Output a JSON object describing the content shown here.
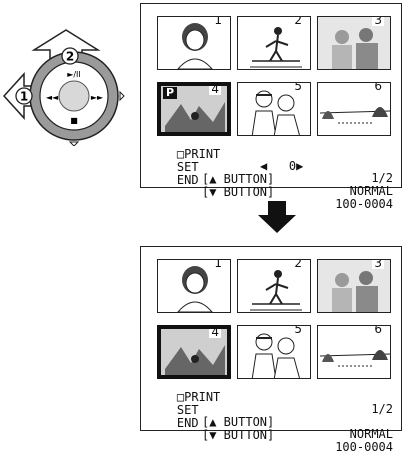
{
  "control": {
    "btn1": "1",
    "btn2": "2",
    "play_pause": "►/ΙΙ",
    "rewind": "◄◄",
    "ff": "►►",
    "stop": "■"
  },
  "top_screen": {
    "thumbs": [
      "1",
      "2",
      "3",
      "4",
      "5",
      "6"
    ],
    "p_badge": "P",
    "print_label": "PRINT",
    "counter": "◀   0▶",
    "page": "1/2",
    "set_label": "SET",
    "set_button": "[▲ BUTTON]",
    "mode": "NORMAL",
    "end_label": "END",
    "end_button": "[▼ BUTTON]",
    "file_no": "100-0004"
  },
  "bottom_screen": {
    "thumbs": [
      "1",
      "2",
      "3",
      "4",
      "5",
      "6"
    ],
    "print_label": "PRINT",
    "page": "1/2",
    "set_label": "SET",
    "set_button": "[▲ BUTTON]",
    "mode": "NORMAL",
    "end_label": "END",
    "end_button": "[▼ BUTTON]",
    "file_no": "100-0004"
  }
}
